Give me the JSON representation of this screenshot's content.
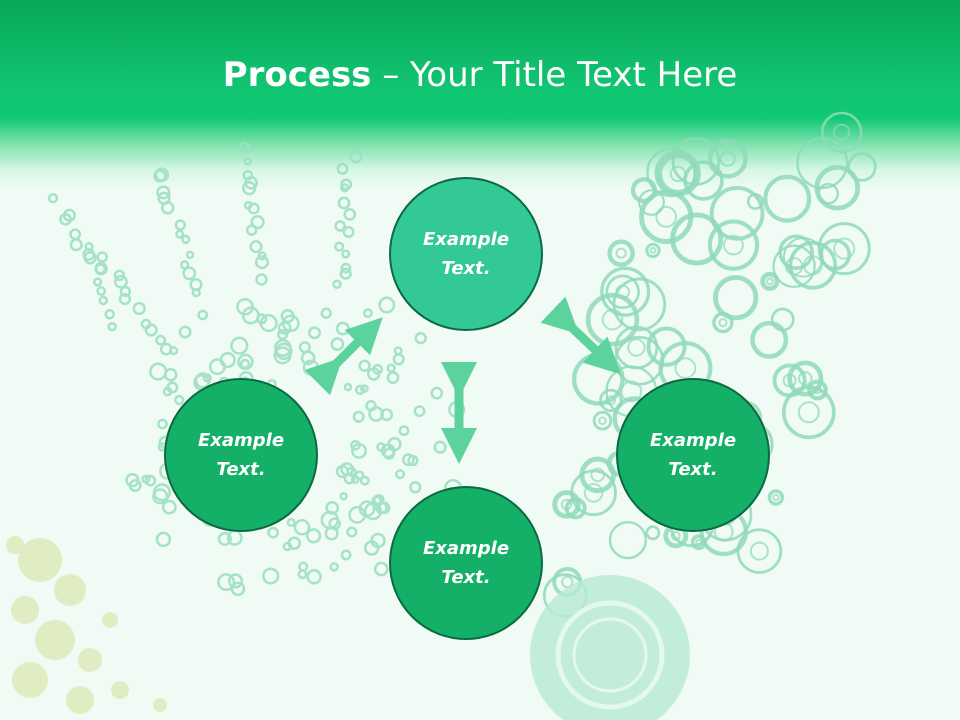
{
  "slide": {
    "title_bold": "Process",
    "title_rest": " – Your Title Text Here"
  },
  "nodes": {
    "top": "Example Text.",
    "left": "Example Text.",
    "right": "Example Text.",
    "bottom": "Example Text."
  },
  "colors": {
    "header": "#10c471",
    "node_fill": "#14b067",
    "node_highlight": "#33c996",
    "arrow": "#5cd39d",
    "background": "#effbf4"
  }
}
